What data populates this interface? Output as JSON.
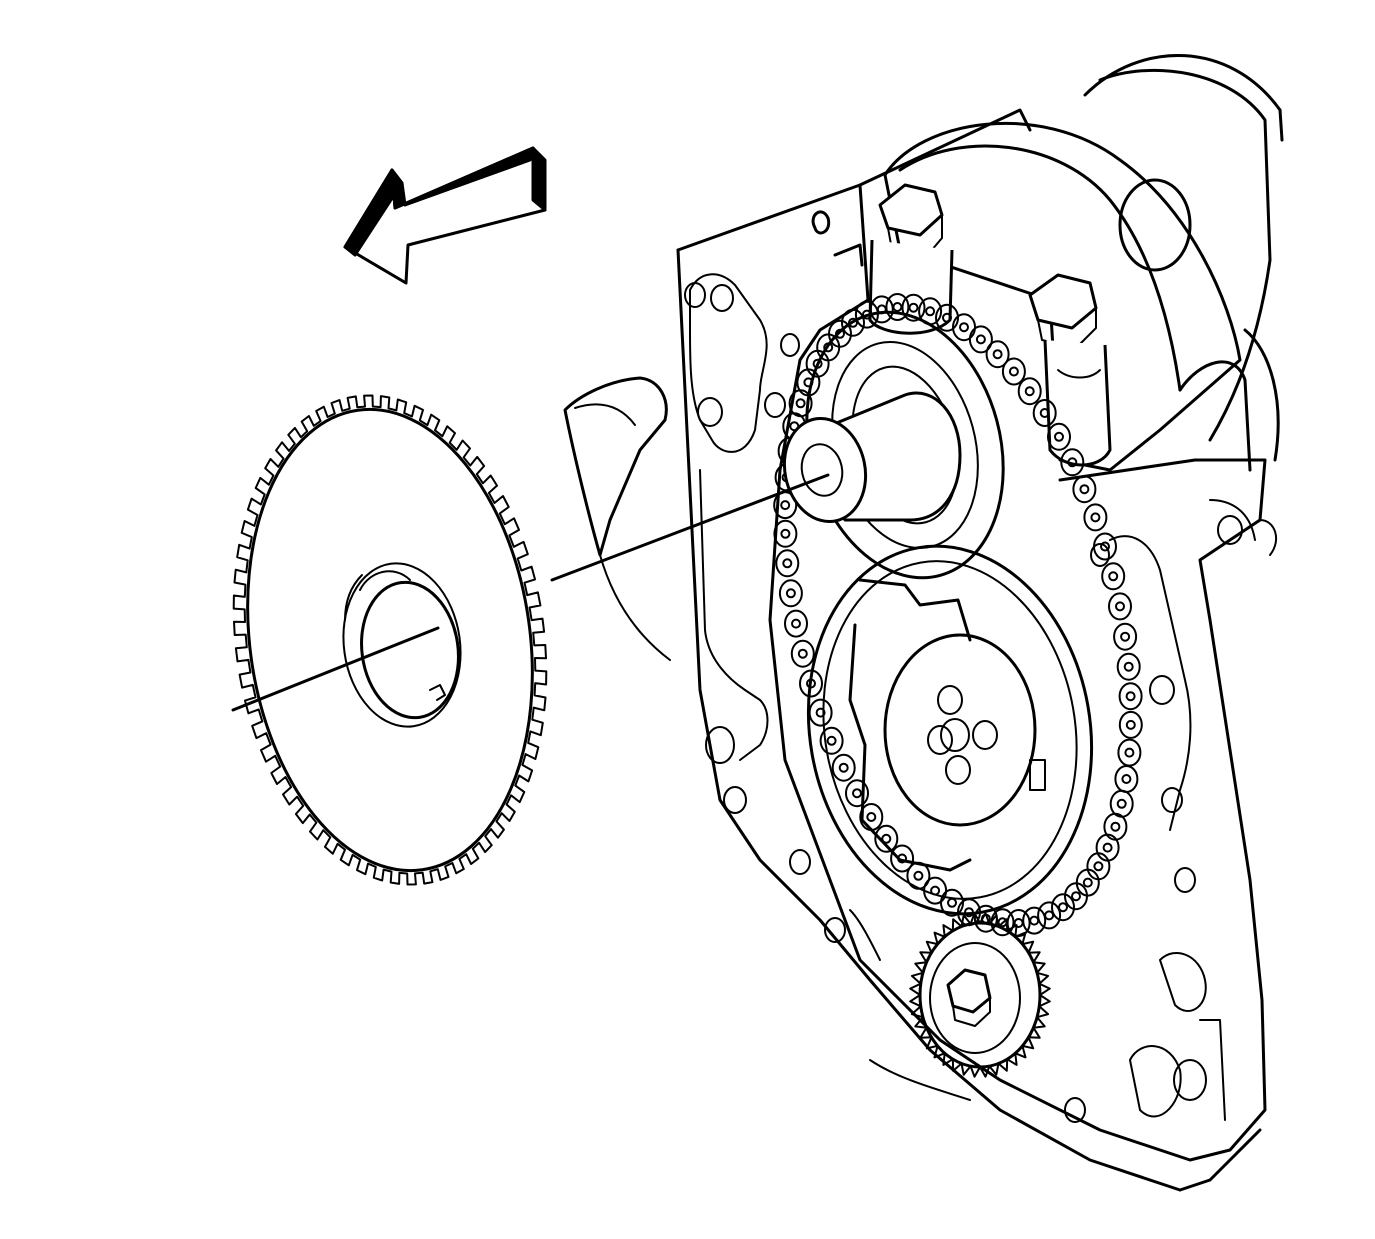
{
  "diagram": {
    "direction_arrow": "removal-direction",
    "parts": [
      "reluctor-ring",
      "crankshaft-nose",
      "timing-chain",
      "crankshaft-sprocket",
      "camshaft-sprocket",
      "balance-shaft-sprocket",
      "engine-block-front",
      "main-bearing-cap"
    ],
    "colors": {
      "line": "#000000",
      "background": "#ffffff"
    }
  }
}
